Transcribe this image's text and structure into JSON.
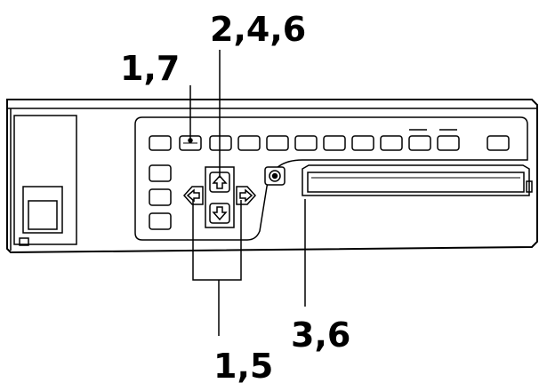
{
  "callouts": {
    "top_left": "1,7",
    "top_center": "2,4,6",
    "right_lower": "3,6",
    "bottom_center": "1,5"
  },
  "colors": {
    "line": "#000000",
    "background": "#ffffff"
  }
}
